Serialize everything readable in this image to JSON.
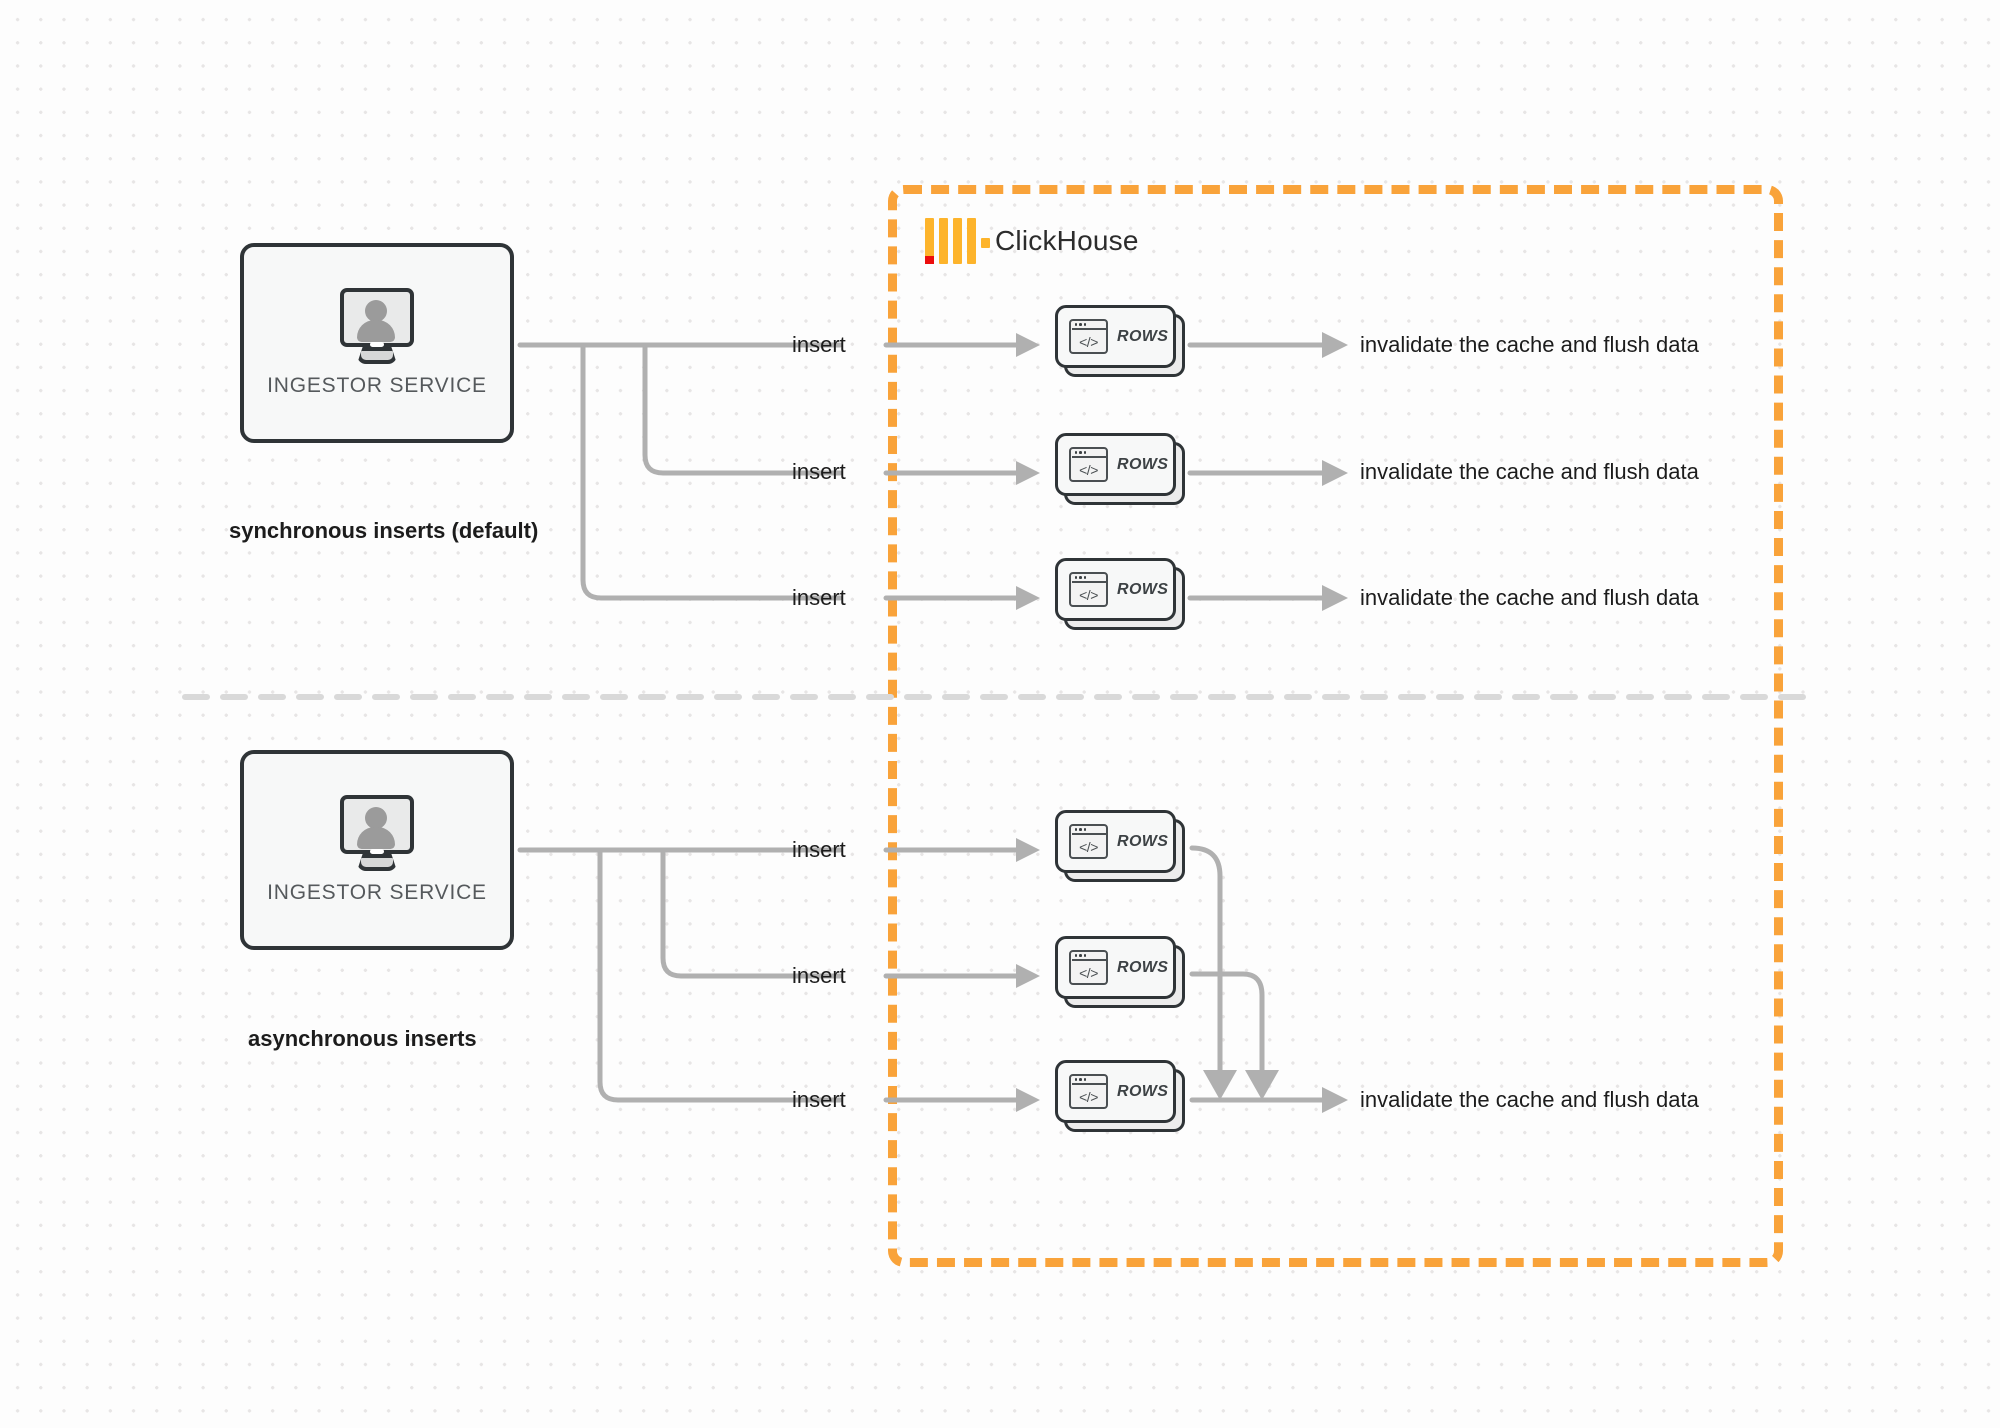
{
  "diagram": {
    "title": "ClickHouse synchronous vs asynchronous inserts",
    "colors": {
      "boundary": "#f9a33a",
      "logo_yellow": "#fdb42c",
      "logo_red": "#ec0d0d",
      "wire": "#b0b0b0",
      "node_outline": "#2f3437",
      "background": "#fdfdfd"
    }
  },
  "boundary": {
    "label": "ClickHouse",
    "logo": "clickhouse-logo"
  },
  "sections": [
    {
      "id": "synchronous",
      "caption": "synchronous inserts (default)",
      "service": {
        "label": "INGESTOR SERVICE",
        "icon": "monitor-user-icon"
      },
      "flows": [
        {
          "insert_label": "insert",
          "rows_label": "ROWS",
          "rows_icon": "code-window-icon",
          "result_label": "invalidate the cache and flush data"
        },
        {
          "insert_label": "insert",
          "rows_label": "ROWS",
          "rows_icon": "code-window-icon",
          "result_label": "invalidate the cache and flush data"
        },
        {
          "insert_label": "insert",
          "rows_label": "ROWS",
          "rows_icon": "code-window-icon",
          "result_label": "invalidate the cache and flush data"
        }
      ]
    },
    {
      "id": "asynchronous",
      "caption": "asynchronous inserts",
      "service": {
        "label": "INGESTOR SERVICE",
        "icon": "monitor-user-icon"
      },
      "flows": [
        {
          "insert_label": "insert",
          "rows_label": "ROWS",
          "rows_icon": "code-window-icon"
        },
        {
          "insert_label": "insert",
          "rows_label": "ROWS",
          "rows_icon": "code-window-icon"
        },
        {
          "insert_label": "insert",
          "rows_label": "ROWS",
          "rows_icon": "code-window-icon"
        }
      ],
      "merged_result_label": "invalidate the cache and flush data"
    }
  ]
}
